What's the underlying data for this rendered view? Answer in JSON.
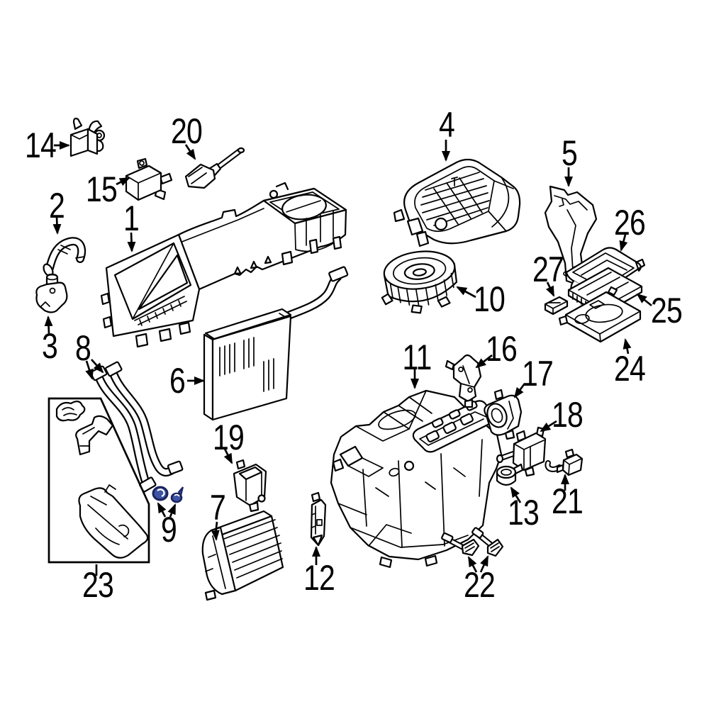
{
  "diagram": {
    "kind": "exploded-parts-diagram",
    "subject": "vehicle HVAC heater / evaporator assembly",
    "background_color": "#ffffff",
    "line_color": "#000000",
    "highlight_color": "#3d53a3",
    "highlight_outline": "#19235e",
    "highlighted_part": "9",
    "labels": {
      "p1": "1",
      "p2": "2",
      "p3": "3",
      "p4": "4",
      "p5": "5",
      "p6": "6",
      "p7": "7",
      "p8": "8",
      "p9": "9",
      "p10": "10",
      "p11": "11",
      "p12": "12",
      "p13": "13",
      "p14": "14",
      "p15": "15",
      "p16": "16",
      "p17": "17",
      "p18": "18",
      "p19": "19",
      "p20": "20",
      "p21": "21",
      "p22": "22",
      "p23": "23",
      "p24": "24",
      "p25": "25",
      "p26": "26",
      "p27": "27"
    }
  }
}
